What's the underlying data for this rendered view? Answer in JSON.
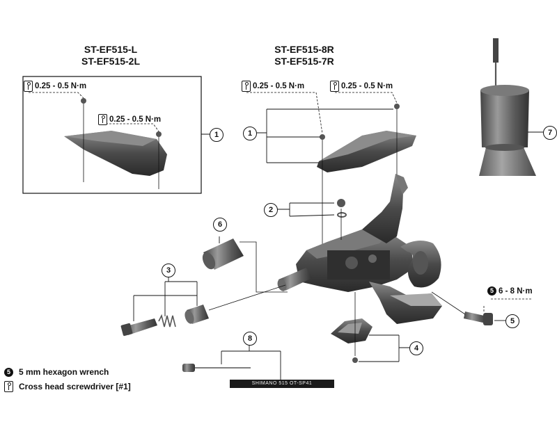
{
  "groups": {
    "left_models": [
      "ST-EF515-L",
      "ST-EF515-2L"
    ],
    "right_models": [
      "ST-EF515-8R",
      "ST-EF515-7R"
    ]
  },
  "torque_specs": {
    "left_outer": "0.25 - 0.5 N·m",
    "left_inner": "0.25 - 0.5 N·m",
    "right_a": "0.25 - 0.5 N·m",
    "right_b": "0.25 - 0.5 N·m",
    "bolt": "6 - 8 N·m"
  },
  "tool_markers": {
    "hex": "5"
  },
  "callouts": [
    "1",
    "1",
    "2",
    "3",
    "4",
    "5",
    "6",
    "7",
    "8"
  ],
  "legend": [
    {
      "icon": "hex-wrench-icon",
      "marker": "5",
      "label": "5 mm hexagon wrench"
    },
    {
      "icon": "cross-screwdriver-icon",
      "marker": "",
      "label": "Cross head screwdriver [#1]"
    }
  ],
  "cable_print": "SHIMANO 515  OT-SP41",
  "colors": {
    "part_dark": "#3a3a3a",
    "part_mid": "#6b6b6b",
    "part_light": "#9a9a9a",
    "line": "#111111"
  }
}
